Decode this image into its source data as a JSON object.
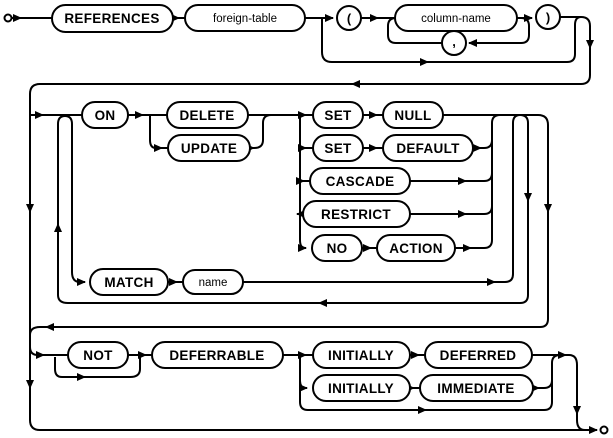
{
  "diagram": {
    "kind": "railroad-syntax-diagram",
    "background_color": "#ffffff",
    "line_color": "#000000",
    "node_fill_color": "#ffffff",
    "node_stroke_color": "#000000"
  },
  "nodes": {
    "references": {
      "label": "REFERENCES",
      "kind": "keyword"
    },
    "foreign_table": {
      "label": "foreign-table",
      "kind": "nonterminal"
    },
    "lparen": {
      "label": "(",
      "kind": "punctuation"
    },
    "column_name": {
      "label": "column-name",
      "kind": "nonterminal"
    },
    "comma": {
      "label": ",",
      "kind": "punctuation"
    },
    "rparen": {
      "label": ")",
      "kind": "punctuation"
    },
    "on": {
      "label": "ON",
      "kind": "keyword"
    },
    "delete": {
      "label": "DELETE",
      "kind": "keyword"
    },
    "update": {
      "label": "UPDATE",
      "kind": "keyword"
    },
    "set1": {
      "label": "SET",
      "kind": "keyword"
    },
    "null": {
      "label": "NULL",
      "kind": "keyword"
    },
    "set2": {
      "label": "SET",
      "kind": "keyword"
    },
    "default": {
      "label": "DEFAULT",
      "kind": "keyword"
    },
    "cascade": {
      "label": "CASCADE",
      "kind": "keyword"
    },
    "restrict": {
      "label": "RESTRICT",
      "kind": "keyword"
    },
    "no": {
      "label": "NO",
      "kind": "keyword"
    },
    "action": {
      "label": "ACTION",
      "kind": "keyword"
    },
    "match": {
      "label": "MATCH",
      "kind": "keyword"
    },
    "name": {
      "label": "name",
      "kind": "nonterminal"
    },
    "not": {
      "label": "NOT",
      "kind": "keyword"
    },
    "deferrable": {
      "label": "DEFERRABLE",
      "kind": "keyword"
    },
    "initially1": {
      "label": "INITIALLY",
      "kind": "keyword"
    },
    "deferred": {
      "label": "DEFERRED",
      "kind": "keyword"
    },
    "initially2": {
      "label": "INITIALLY",
      "kind": "keyword"
    },
    "immediate": {
      "label": "IMMEDIATE",
      "kind": "keyword"
    }
  }
}
